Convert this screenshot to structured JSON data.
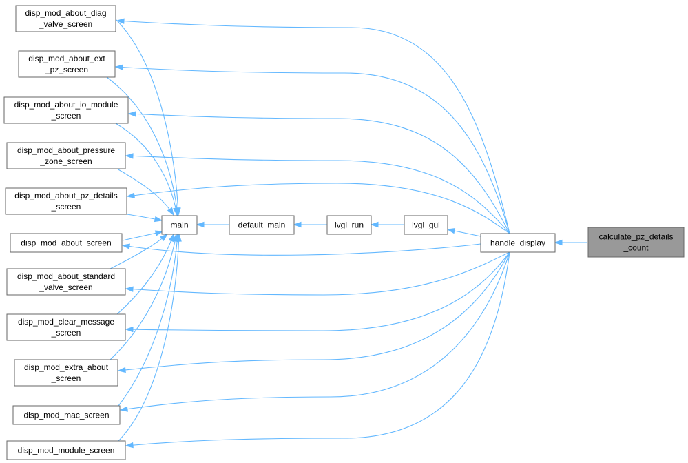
{
  "nodes": [
    {
      "id": "diag",
      "lines": [
        "disp_mod_about_diag",
        "_valve_screen"
      ]
    },
    {
      "id": "ext",
      "lines": [
        "disp_mod_about_ext",
        "_pz_screen"
      ]
    },
    {
      "id": "io",
      "lines": [
        "disp_mod_about_io_module",
        "_screen"
      ]
    },
    {
      "id": "pressure",
      "lines": [
        "disp_mod_about_pressure",
        "_zone_screen"
      ]
    },
    {
      "id": "pzdet",
      "lines": [
        "disp_mod_about_pz_details",
        "_screen"
      ]
    },
    {
      "id": "about",
      "lines": [
        "disp_mod_about_screen"
      ]
    },
    {
      "id": "standard",
      "lines": [
        "disp_mod_about_standard",
        "_valve_screen"
      ]
    },
    {
      "id": "clear",
      "lines": [
        "disp_mod_clear_message",
        "_screen"
      ]
    },
    {
      "id": "extra",
      "lines": [
        "disp_mod_extra_about",
        "_screen"
      ]
    },
    {
      "id": "mac",
      "lines": [
        "disp_mod_mac_screen"
      ]
    },
    {
      "id": "module",
      "lines": [
        "disp_mod_module_screen"
      ]
    },
    {
      "id": "main",
      "lines": [
        "main"
      ]
    },
    {
      "id": "default_main",
      "lines": [
        "default_main"
      ]
    },
    {
      "id": "lvgl_run",
      "lines": [
        "lvgl_run"
      ]
    },
    {
      "id": "lvgl_gui",
      "lines": [
        "lvgl_gui"
      ]
    },
    {
      "id": "handle_display",
      "lines": [
        "handle_display"
      ]
    },
    {
      "id": "calc",
      "lines": [
        "calculate_pz_details",
        "_count"
      ],
      "highlight": true
    }
  ],
  "edges": [
    {
      "from": "calc",
      "to": "handle_display"
    },
    {
      "from": "handle_display",
      "to": "lvgl_gui"
    },
    {
      "from": "lvgl_gui",
      "to": "lvgl_run"
    },
    {
      "from": "lvgl_run",
      "to": "default_main"
    },
    {
      "from": "default_main",
      "to": "main"
    },
    {
      "from": "handle_display",
      "to": "diag"
    },
    {
      "from": "handle_display",
      "to": "ext"
    },
    {
      "from": "handle_display",
      "to": "io"
    },
    {
      "from": "handle_display",
      "to": "pressure"
    },
    {
      "from": "handle_display",
      "to": "pzdet"
    },
    {
      "from": "handle_display",
      "to": "about"
    },
    {
      "from": "handle_display",
      "to": "standard"
    },
    {
      "from": "handle_display",
      "to": "clear"
    },
    {
      "from": "handle_display",
      "to": "extra"
    },
    {
      "from": "handle_display",
      "to": "mac"
    },
    {
      "from": "handle_display",
      "to": "module"
    },
    {
      "from": "diag",
      "to": "main"
    },
    {
      "from": "ext",
      "to": "main"
    },
    {
      "from": "io",
      "to": "main"
    },
    {
      "from": "pressure",
      "to": "main"
    },
    {
      "from": "pzdet",
      "to": "main"
    },
    {
      "from": "about",
      "to": "main"
    },
    {
      "from": "standard",
      "to": "main"
    },
    {
      "from": "clear",
      "to": "main"
    },
    {
      "from": "extra",
      "to": "main"
    },
    {
      "from": "mac",
      "to": "main"
    },
    {
      "from": "module",
      "to": "main"
    }
  ],
  "colors": {
    "edge": "#63b8ff",
    "border": "#666666",
    "highlight_fill": "#999999"
  }
}
